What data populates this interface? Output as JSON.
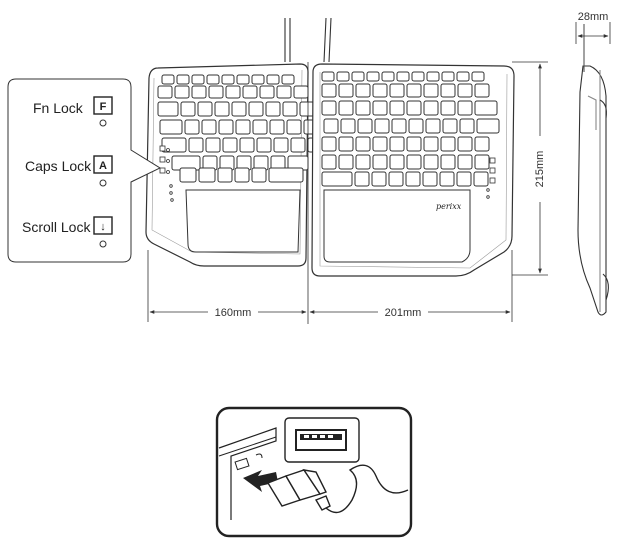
{
  "dimensions": {
    "depth": "28mm",
    "height": "215mm",
    "left_width": "160mm",
    "right_width": "201mm"
  },
  "callout": {
    "fn_lock": {
      "label": "Fn Lock",
      "key": "F"
    },
    "caps_lock": {
      "label": "Caps Lock",
      "key": "A"
    },
    "scroll_lock": {
      "label": "Scroll Lock",
      "key": "↓"
    }
  },
  "brand": "perixx"
}
